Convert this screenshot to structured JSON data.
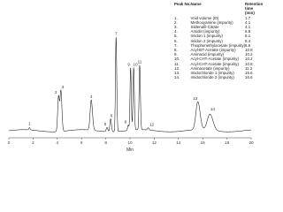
{
  "chart_data": {
    "type": "line",
    "xlabel": "Min",
    "ylabel": "",
    "xlim": [
      0,
      20
    ],
    "x_ticks": [
      "0",
      "2",
      "4",
      "6",
      "8",
      "10",
      "12",
      "14",
      "16",
      "18",
      "20"
    ],
    "legend_headers": {
      "peak": "Peak No.",
      "name": "Name",
      "rt": "Retention time (min)"
    },
    "peaks": [
      {
        "label": "1",
        "name": "Void volume (t0)",
        "rt": "1.7",
        "x": 1.7,
        "height": 0.02
      },
      {
        "label": "2",
        "name": "Methoxyamine (impurity)",
        "rt": "4.1",
        "x": 4.1,
        "height": 0.33
      },
      {
        "label": "3",
        "name": "Sildenafil Citrate",
        "rt": "4.1",
        "x": 4.3,
        "height": 0.37
      },
      {
        "label": "4",
        "name": "Amidin (impurity)",
        "rt": "6.8",
        "x": 6.8,
        "height": 0.28
      },
      {
        "label": "5",
        "name": "Imidon 1 (impurity)",
        "rt": "8.1",
        "x": 8.1,
        "height": 0.04
      },
      {
        "label": "6",
        "name": "Imidon 2 (impurity)",
        "rt": "8.4",
        "x": 8.4,
        "height": 0.12
      },
      {
        "label": "7",
        "name": "Thiophenethylacetate (impurity)",
        "rt": "8.6",
        "x": 8.85,
        "height": 0.88
      },
      {
        "label": "8",
        "name": "Acyl-BT-Acetate (impurity)",
        "rt": "10.8",
        "x": 9.85,
        "height": 0.05
      },
      {
        "label": "9",
        "name": "Aminacid (impurity)",
        "rt": "10.2",
        "x": 10.05,
        "height": 0.58
      },
      {
        "label": "10",
        "name": "Acyl-CHT-Acetate (impurity)",
        "rt": "10.2",
        "x": 10.3,
        "height": 0.58
      },
      {
        "label": "11",
        "name": "Acyl-CHT-Acetate (impurity)",
        "rt": "10.8",
        "x": 10.8,
        "height": 0.6
      },
      {
        "label": "12",
        "name": "Aminacetate (impurity)",
        "rt": "11.2",
        "x": 11.5,
        "height": 0.02
      },
      {
        "label": "13",
        "name": "Imidochloride 1 (impurity)",
        "rt": "15.6",
        "x": 15.6,
        "height": 0.26
      },
      {
        "label": "14",
        "name": "Imidochloride 2 (impurity)",
        "rt": "16.6",
        "x": 16.6,
        "height": 0.15
      }
    ]
  }
}
